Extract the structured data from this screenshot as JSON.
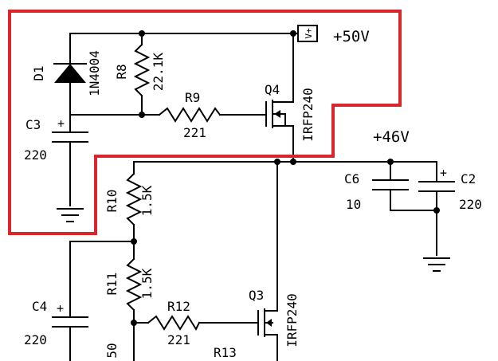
{
  "colors": {
    "wire": "#000000",
    "highlight_box": "#d9262c",
    "background": "#ffffff"
  },
  "rails": {
    "supply_main": "+50V",
    "supply_secondary": "+46V",
    "supply_terminal": "V+"
  },
  "components": {
    "D1": {
      "ref": "D1",
      "value": "1N4004"
    },
    "R8": {
      "ref": "R8",
      "value": "22.1K"
    },
    "R9": {
      "ref": "R9",
      "value": "221"
    },
    "Q4": {
      "ref": "Q4",
      "value": "IRFP240"
    },
    "C3": {
      "ref": "C3",
      "value": "220"
    },
    "R10": {
      "ref": "R10",
      "value": "1.5K"
    },
    "R11": {
      "ref": "R11",
      "value": "1.5K"
    },
    "R12": {
      "ref": "R12",
      "value": "221"
    },
    "R13": {
      "ref": "R13"
    },
    "R14_partial": {
      "value": "50"
    },
    "Q3": {
      "ref": "Q3",
      "value": "IRFP240"
    },
    "C4": {
      "ref": "C4",
      "value": "220"
    },
    "C6": {
      "ref": "C6",
      "value": "10"
    },
    "C2": {
      "ref": "C2",
      "value": "220"
    }
  },
  "symbols": {
    "polarity_plus": "+"
  }
}
